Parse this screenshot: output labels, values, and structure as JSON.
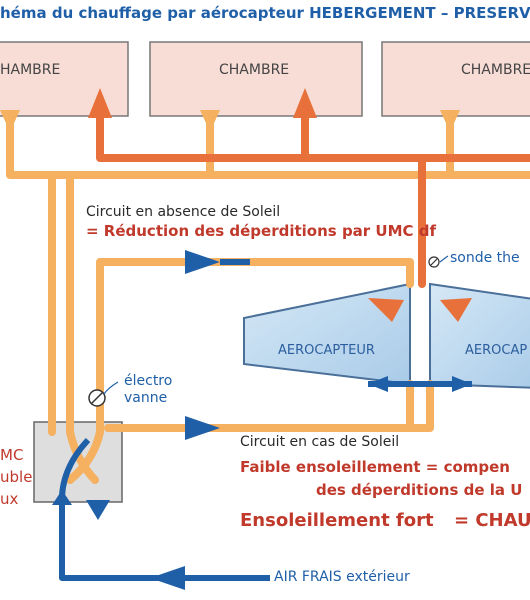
{
  "title": "héma du chauffage par aérocapteur HEBERGEMENT – PRESERV",
  "rooms": [
    "HAMBRE",
    "CHAMBRE",
    "CHAMBRE"
  ],
  "no_sun_circuit": {
    "line1": "Circuit en absence de Soleil",
    "line2": "= Réduction des déperditions par UMC df"
  },
  "sensor_label": "sonde the",
  "panels": [
    "AEROCAPTEUR",
    "AEROCAP"
  ],
  "valve": {
    "line1": "électro",
    "line2": "vanne"
  },
  "umc_box": [
    "MC",
    "uble",
    "ux"
  ],
  "sun_circuit": {
    "line1": "Circuit en cas de Soleil",
    "line2": "Faible ensoleillement  = compen",
    "line3": "des déperditions de la  U",
    "line4a": "Ensoleillement fort",
    "line4b": "= CHAUF"
  },
  "fresh_air": "AIR FRAIS extérieur",
  "colors": {
    "orange_pipe": "#f5b060",
    "red_pipe": "#e8703a",
    "blue_arrow": "#1f5fa8",
    "room_fill": "#f7ddd6",
    "panel_fill": "#b9d6ee",
    "text_blue": "#1f5fa8",
    "text_red": "#c0392b"
  }
}
